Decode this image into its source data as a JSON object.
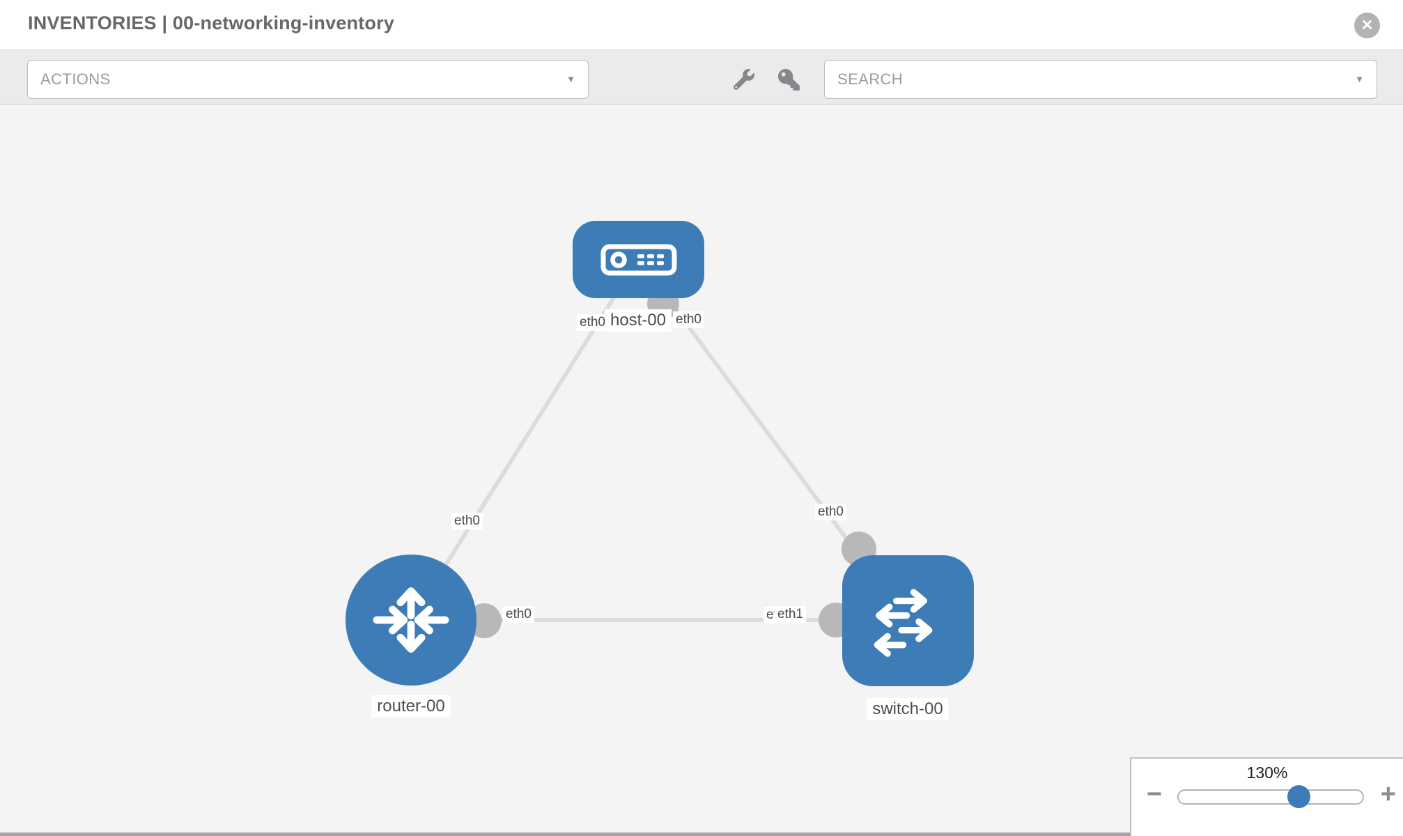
{
  "header": {
    "title": "INVENTORIES | 00-networking-inventory"
  },
  "toolbar": {
    "actions_label": "ACTIONS",
    "search_label": "SEARCH",
    "tool_icons": [
      "wrench-icon",
      "key-icon"
    ]
  },
  "icons": {
    "caret_down": "▼",
    "close": "✕",
    "minus": "−",
    "plus": "+"
  },
  "topology": {
    "nodes": [
      {
        "id": "host-00",
        "type": "host",
        "label": "host-00",
        "shape": "rounded-rect",
        "color": "#3d7cb6"
      },
      {
        "id": "router-00",
        "type": "router",
        "label": "router-00",
        "shape": "circle",
        "color": "#3d7cb6"
      },
      {
        "id": "switch-00",
        "type": "switch",
        "label": "switch-00",
        "shape": "rounded-square",
        "color": "#3d7cb6"
      }
    ],
    "links": [
      {
        "from": "host-00",
        "from_if": "eth0",
        "to": "router-00",
        "to_if": "eth0"
      },
      {
        "from": "host-00",
        "from_if": "eth0",
        "to": "switch-00",
        "to_if": "eth0"
      },
      {
        "from": "router-00",
        "from_if": "eth0",
        "to": "switch-00",
        "to_if": "eth1",
        "to_if_occluded": "eth0"
      }
    ]
  },
  "zoom_control": {
    "percent": "130%"
  },
  "colors": {
    "node_blue": "#3d7cb6",
    "link_gray": "#dcdcdc",
    "interface_dot_gray": "#b8b8b8",
    "toolbar_bg": "#ebebeb",
    "canvas_bg": "#f4f4f4",
    "title_gray": "#676767"
  }
}
